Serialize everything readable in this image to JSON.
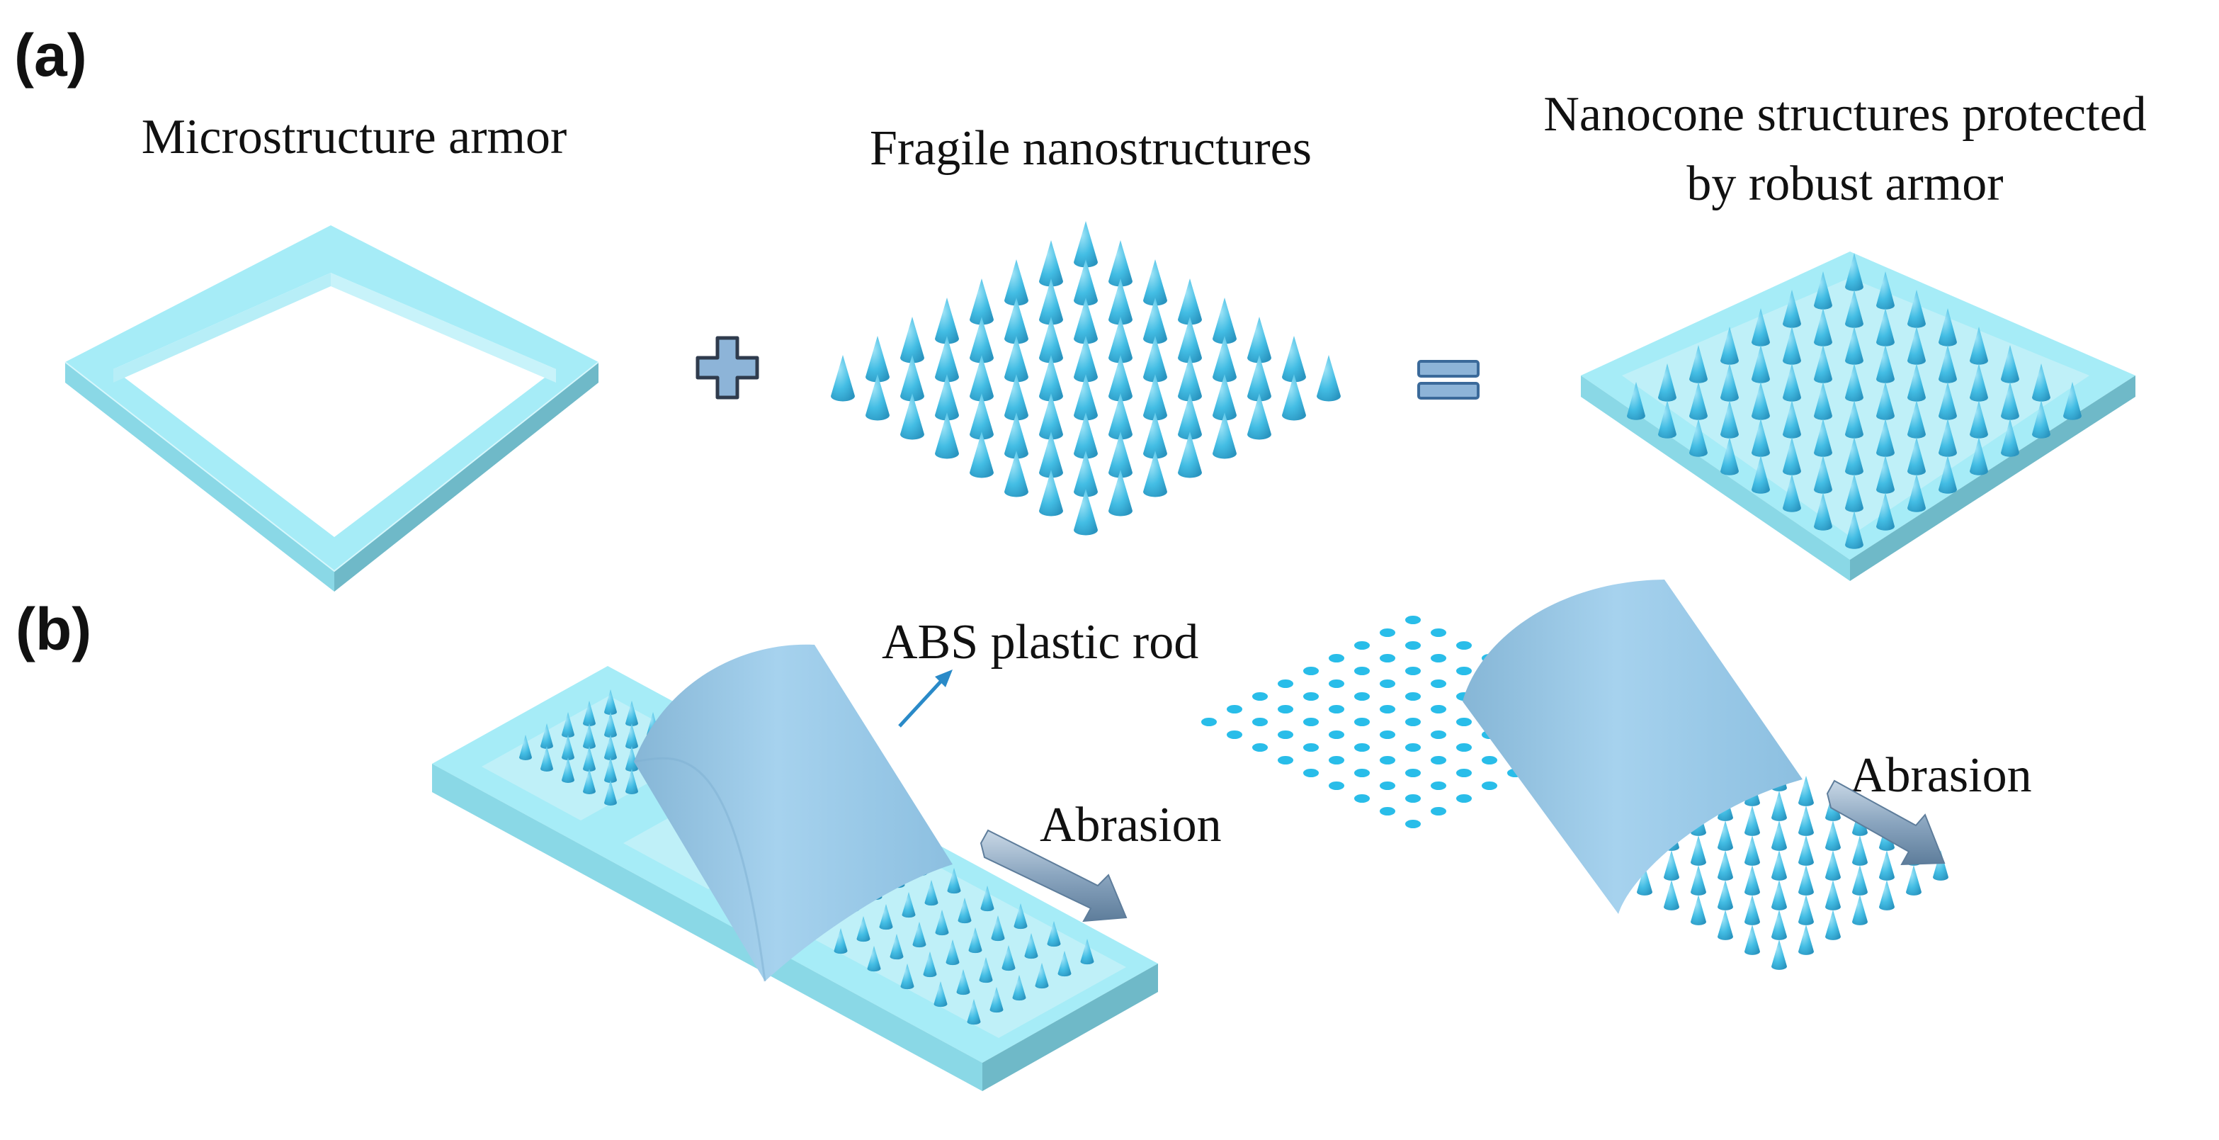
{
  "panels": {
    "a": {
      "label": "(a)",
      "captions": {
        "armor": "Microstructure armor",
        "nano": "Fragile nanostructures",
        "result_line1": "Nanocone structures protected",
        "result_line2": "by robust armor"
      },
      "operators": {
        "plus": "plus-sign",
        "equals": "equals-sign"
      }
    },
    "b": {
      "label": "(b)",
      "rod_label": "ABS plastic rod",
      "abrasion_left": "Abrasion",
      "abrasion_right": "Abrasion"
    }
  },
  "colors": {
    "armor_top": "#a6ecf7",
    "armor_side_light": "#8ad8e6",
    "armor_side_dark": "#6fb9c8",
    "cone": "#43bde4",
    "cone_dark": "#2a9ec8",
    "rod": "#9cc9e6",
    "rod_dark": "#7eb0d2",
    "dot": "#29bde9",
    "arrow": "#7a99b5",
    "plus_fill": "#8db4d8",
    "plus_stroke": "#2f3b4d",
    "equals_fill": "#8db4d8",
    "equals_stroke": "#3b6a9a",
    "text": "#111111"
  }
}
